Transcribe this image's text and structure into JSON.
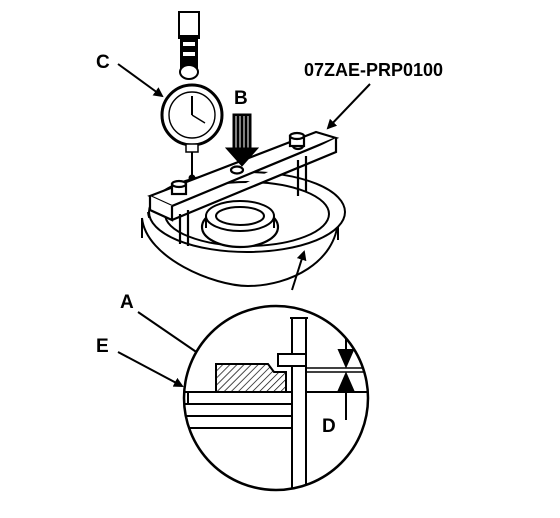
{
  "labels": {
    "tool_part_number": "07ZAE-PRP0100",
    "a": "A",
    "b": "B",
    "c": "C",
    "d": "D",
    "e": "E"
  },
  "colors": {
    "ink": "#000000",
    "paper": "#ffffff"
  }
}
